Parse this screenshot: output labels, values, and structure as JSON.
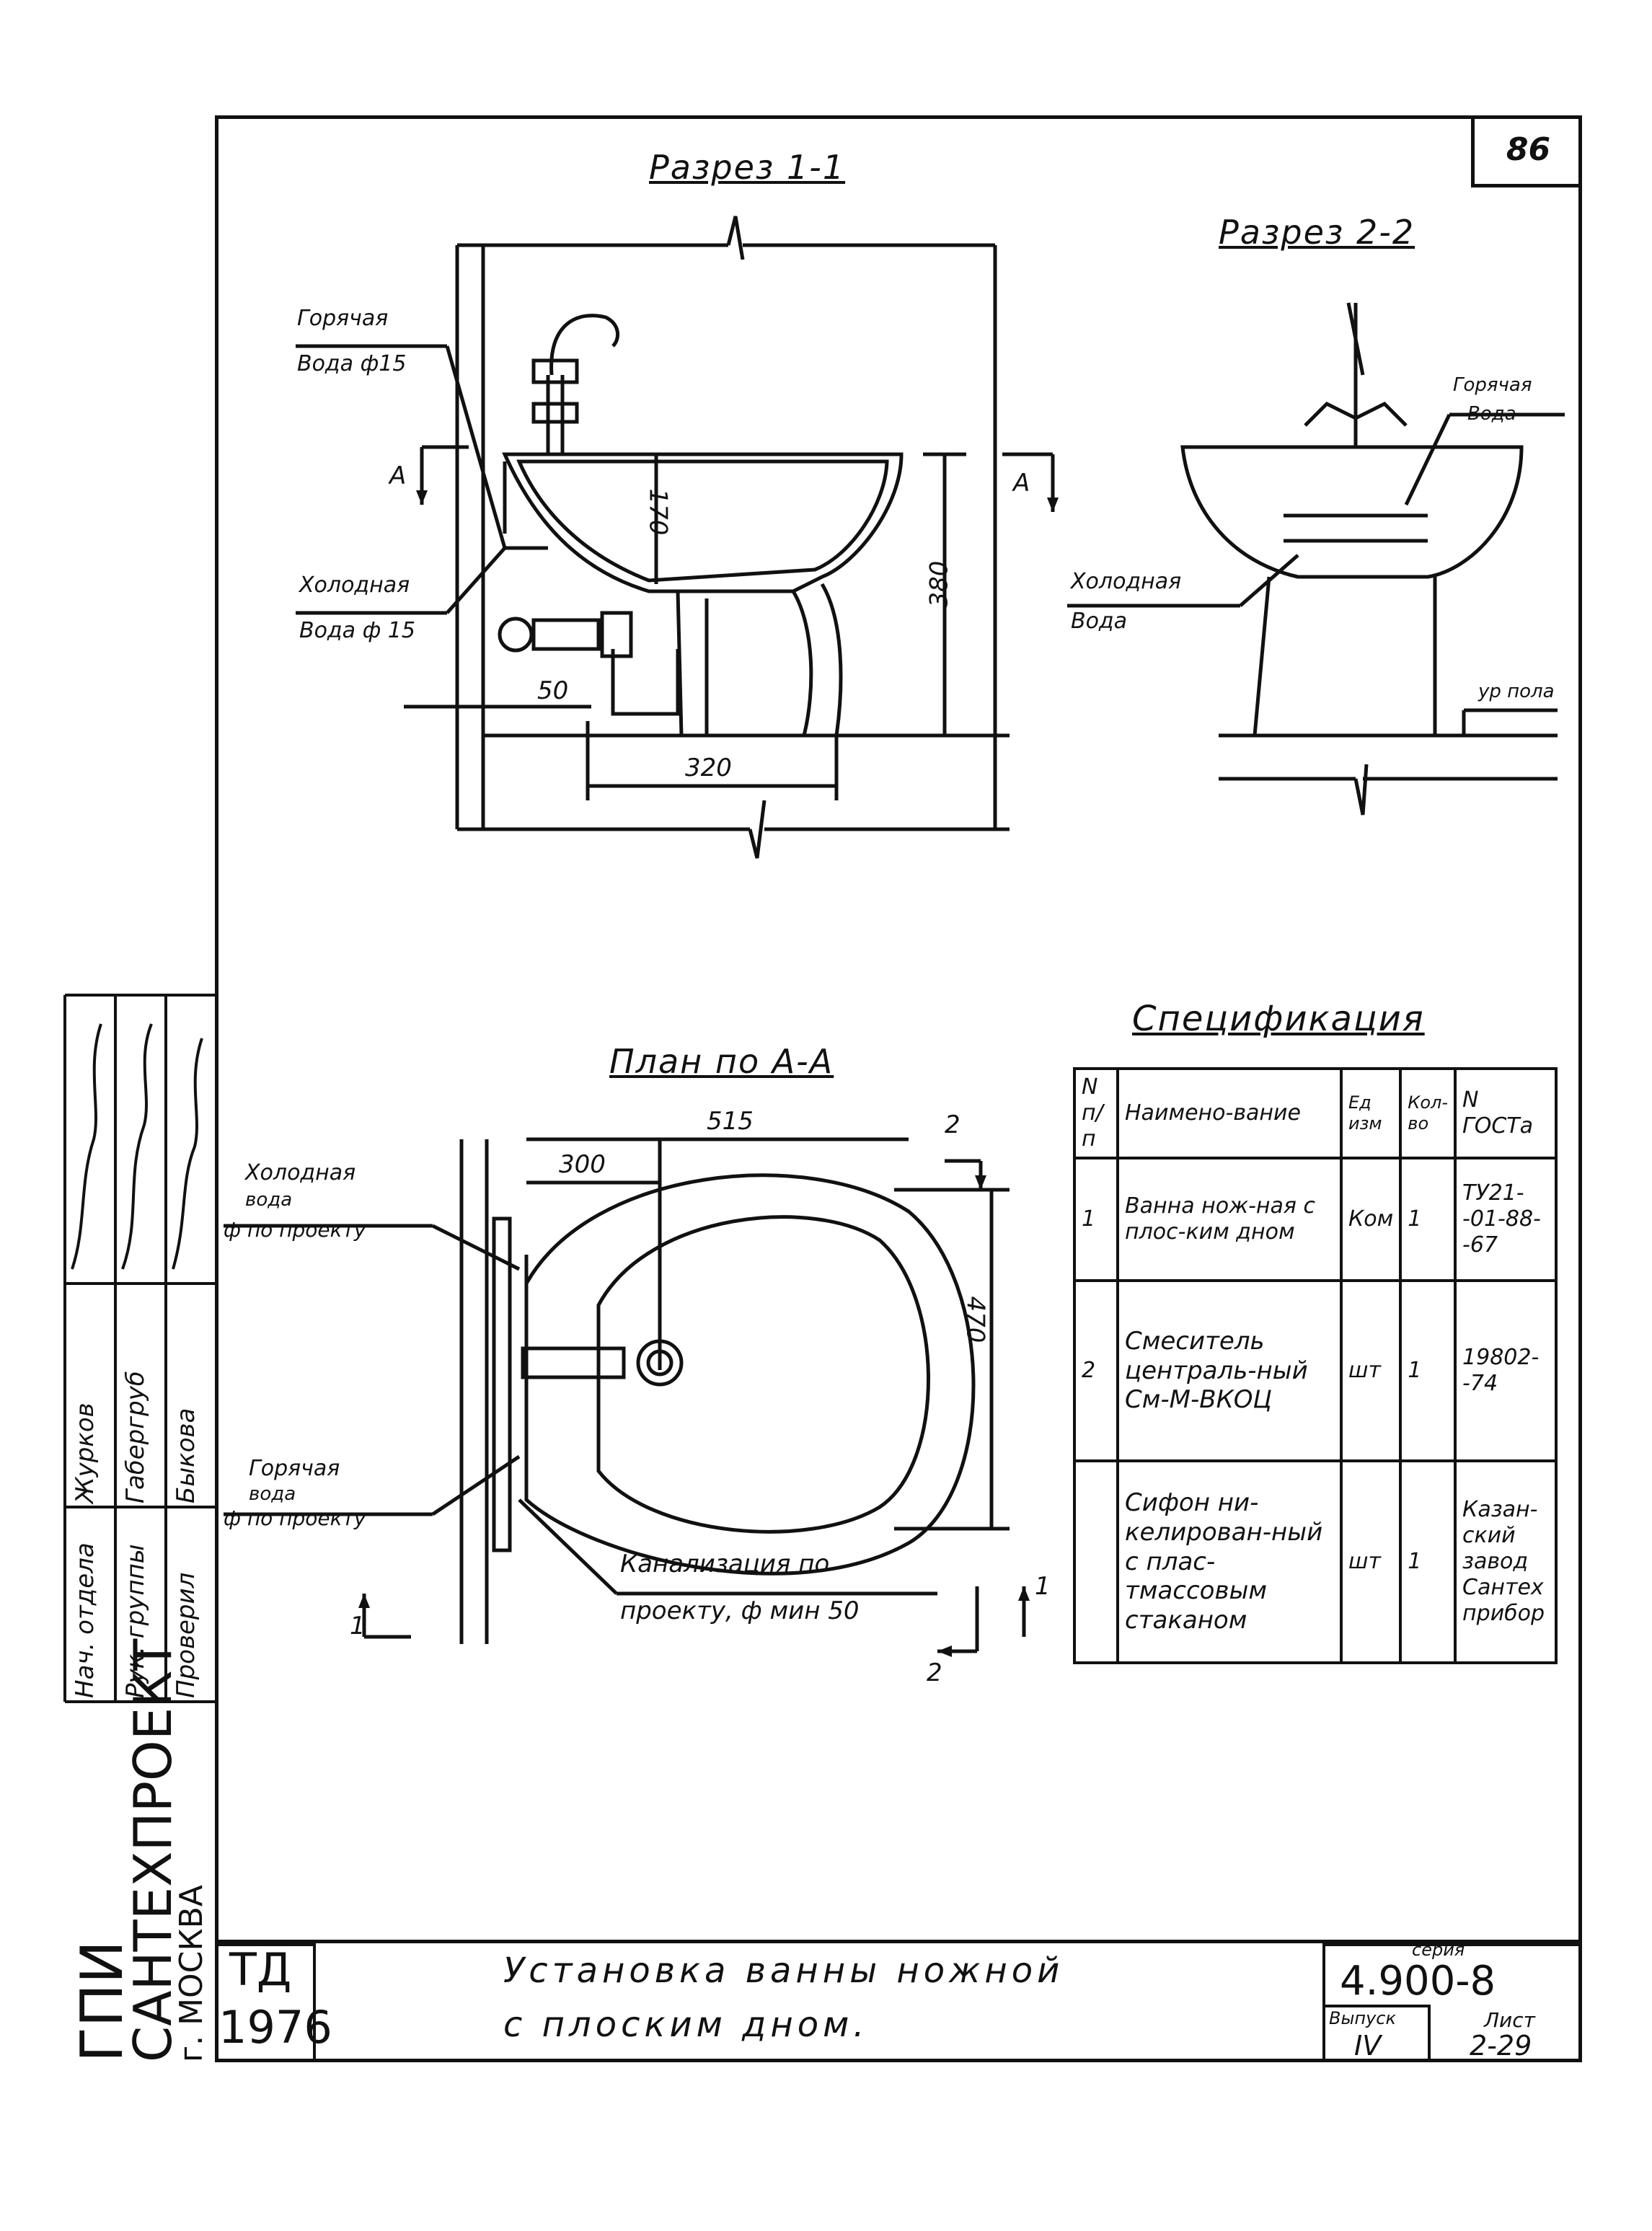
{
  "sheet_number": "86",
  "sections": {
    "s1_title": "Разрез 1-1",
    "s2_title": "Разрез 2-2",
    "plan_title": "План по А-А"
  },
  "labels": {
    "hot_water_15": [
      "Горячая",
      "Вода ф15"
    ],
    "cold_water_15": [
      "Холодная",
      "Вода ф 15"
    ],
    "hot_water": [
      "Горячая",
      "Вода"
    ],
    "cold_water": [
      "Холодная",
      "Вода"
    ],
    "floor_level": "ур пола",
    "cold_water_plan": [
      "Холодная",
      "вода",
      "ф по проекту"
    ],
    "hot_water_plan": [
      "Горячая",
      "вода",
      "ф по проекту"
    ],
    "sewer_plan": [
      "Канализация по",
      "проекту, ф мин 50"
    ],
    "section_a": "А",
    "section_1": "1",
    "section_2": "2"
  },
  "dimensions": {
    "d170": "170",
    "d380": "380",
    "d50": "50",
    "d320": "320",
    "d515": "515",
    "d300": "300",
    "d470": "470"
  },
  "spec": {
    "title": "Спецификация",
    "headers": [
      "N п/п",
      "Наимено-вание",
      "Ед изм",
      "Кол-во",
      "N ГОСТа"
    ],
    "rows": [
      [
        "1",
        "Ванна нож-ная с плос-ким дном",
        "Ком",
        "1",
        "ТУ21--01-88--67"
      ],
      [
        "2",
        "Смеситель централь-ный См-М-ВКОЦ",
        "шт",
        "1",
        "19802--74"
      ],
      [
        "",
        "Сифон ни-келирован-ный с плас-тмассовым стаканом",
        "шт",
        "1",
        "Казан-ский завод Сантех прибор"
      ]
    ]
  },
  "side_block": {
    "org": [
      "ГПИ",
      "САНТЕХПРОЕКТ",
      "г. МОСКВА"
    ],
    "roles": [
      "Нач. отдела",
      "Рук. группы",
      "Проверил"
    ],
    "names": [
      "Журков",
      "Габергруб",
      "Быкова"
    ]
  },
  "stamp": {
    "td": "ТД",
    "year": "1976",
    "caption": [
      "Установка ванны ножной",
      "с плоским дном."
    ],
    "series_label": "серия",
    "series": "4.900-8",
    "issue_label": "Выпуск",
    "issue": "IV",
    "sheet_label": "Лист",
    "sheet": "2-29"
  }
}
